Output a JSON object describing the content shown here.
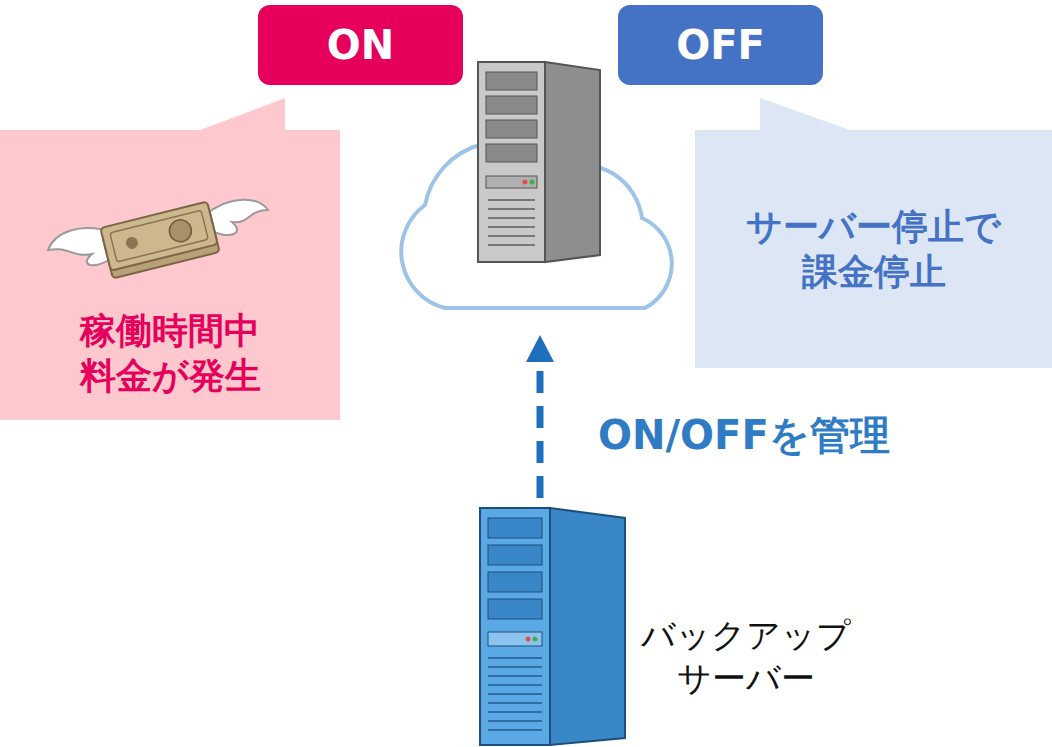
{
  "diagram": {
    "nodes": [
      {
        "text": [
          "ON"
        ]
      },
      {
        "text": [
          "OFF"
        ]
      },
      {
        "text": [
          "稼働時間中 料金が発生"
        ]
      },
      {
        "text": [
          "サーバー停止で 課金停止"
        ]
      },
      {
        "text": [
          "バックアップ サーバー"
        ]
      }
    ],
    "labels": [
      "ON/OFFを管理"
    ]
  }
}
